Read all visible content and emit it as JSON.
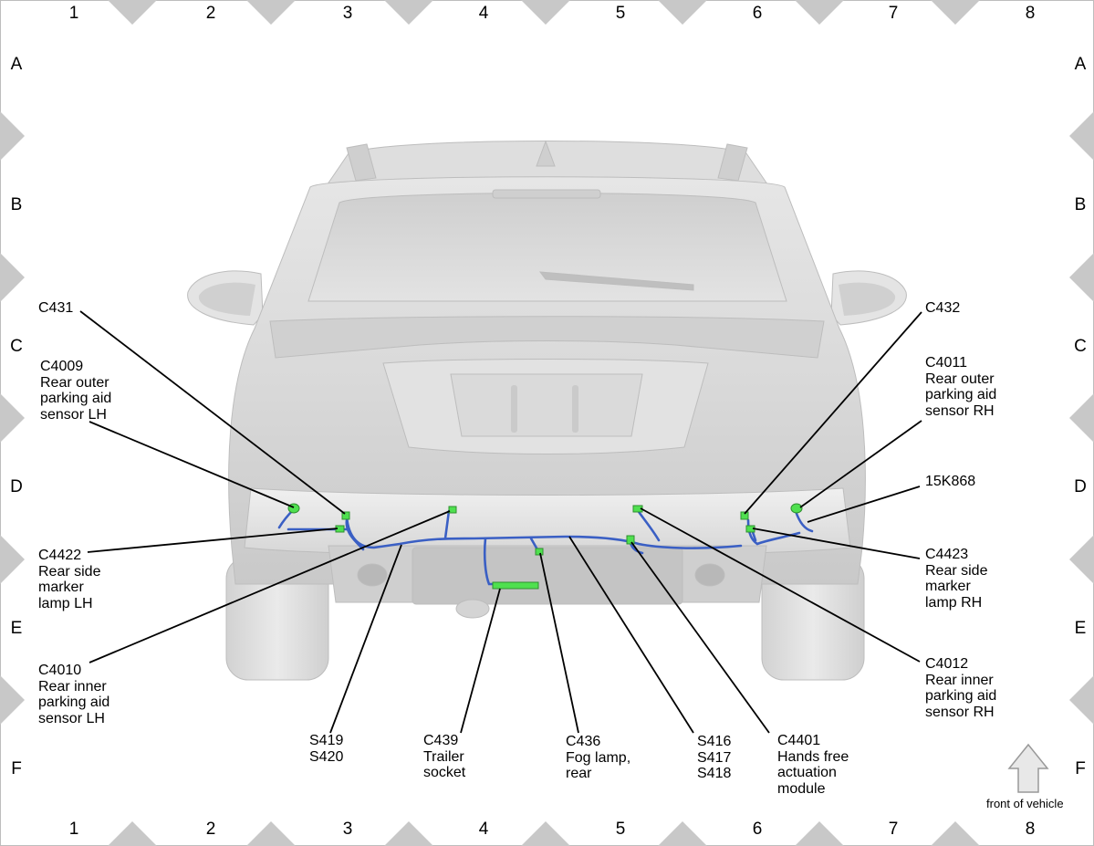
{
  "grid": {
    "columns": [
      "1",
      "2",
      "3",
      "4",
      "5",
      "6",
      "7",
      "8"
    ],
    "rows": [
      "A",
      "B",
      "C",
      "D",
      "E",
      "F"
    ]
  },
  "callouts": {
    "c431": [
      "C431"
    ],
    "c4009": [
      "C4009",
      "Rear outer",
      "parking aid",
      "sensor LH"
    ],
    "c4422": [
      "C4422",
      "Rear side",
      "marker",
      "lamp LH"
    ],
    "c4010": [
      "C4010",
      "Rear inner",
      "parking aid",
      "sensor LH"
    ],
    "s419": [
      "S419",
      "S420"
    ],
    "c439": [
      "C439",
      "Trailer",
      "socket"
    ],
    "c436": [
      "C436",
      "Fog lamp,",
      "rear"
    ],
    "s416": [
      "S416",
      "S417",
      "S418"
    ],
    "c4401": [
      "C4401",
      "Hands free",
      "actuation",
      "module"
    ],
    "c432": [
      "C432"
    ],
    "c4011": [
      "C4011",
      "Rear outer",
      "parking aid",
      "sensor RH"
    ],
    "k868": [
      "15K868"
    ],
    "c4423": [
      "C4423",
      "Rear side",
      "marker",
      "lamp RH"
    ],
    "c4012": [
      "C4012",
      "Rear inner",
      "parking aid",
      "sensor RH"
    ]
  },
  "front_indicator": {
    "label": "front of vehicle"
  },
  "colors": {
    "harness": "#3a5fc4",
    "connector": "#4fe04f",
    "leader": "#000000",
    "grid_marker": "#c8c8c8",
    "vehicle_body": "#dcdcdc"
  }
}
